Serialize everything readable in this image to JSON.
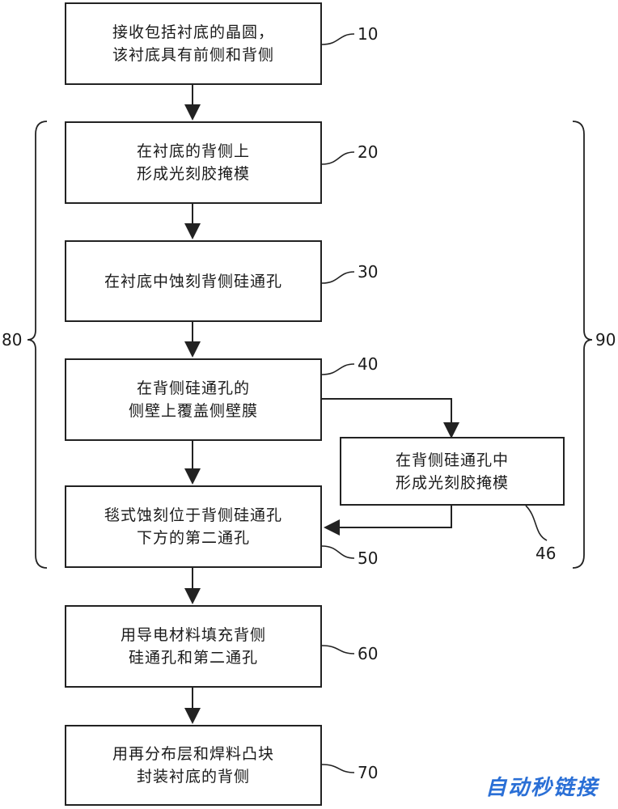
{
  "steps": [
    {
      "ref": "10",
      "lines": [
        "接收包括衬底的晶圆，",
        "该衬底具有前侧和背侧"
      ]
    },
    {
      "ref": "20",
      "lines": [
        "在衬底的背侧上",
        "形成光刻胶掩模"
      ]
    },
    {
      "ref": "30",
      "lines": [
        "在衬底中蚀刻背侧硅通孔"
      ]
    },
    {
      "ref": "40",
      "lines": [
        "在背侧硅通孔的",
        "侧壁上覆盖侧壁膜"
      ]
    },
    {
      "ref": "46",
      "lines": [
        "在背侧硅通孔中",
        "形成光刻胶掩模"
      ]
    },
    {
      "ref": "50",
      "lines": [
        "毯式蚀刻位于背侧硅通孔",
        "下方的第二通孔"
      ]
    },
    {
      "ref": "60",
      "lines": [
        "用导电材料填充背侧",
        "硅通孔和第二通孔"
      ]
    },
    {
      "ref": "70",
      "lines": [
        "用再分布层和焊料凸块",
        "封装衬底的背侧"
      ]
    }
  ],
  "groups": {
    "left_label": "80",
    "right_label": "90"
  },
  "watermark": "自动秒链接"
}
